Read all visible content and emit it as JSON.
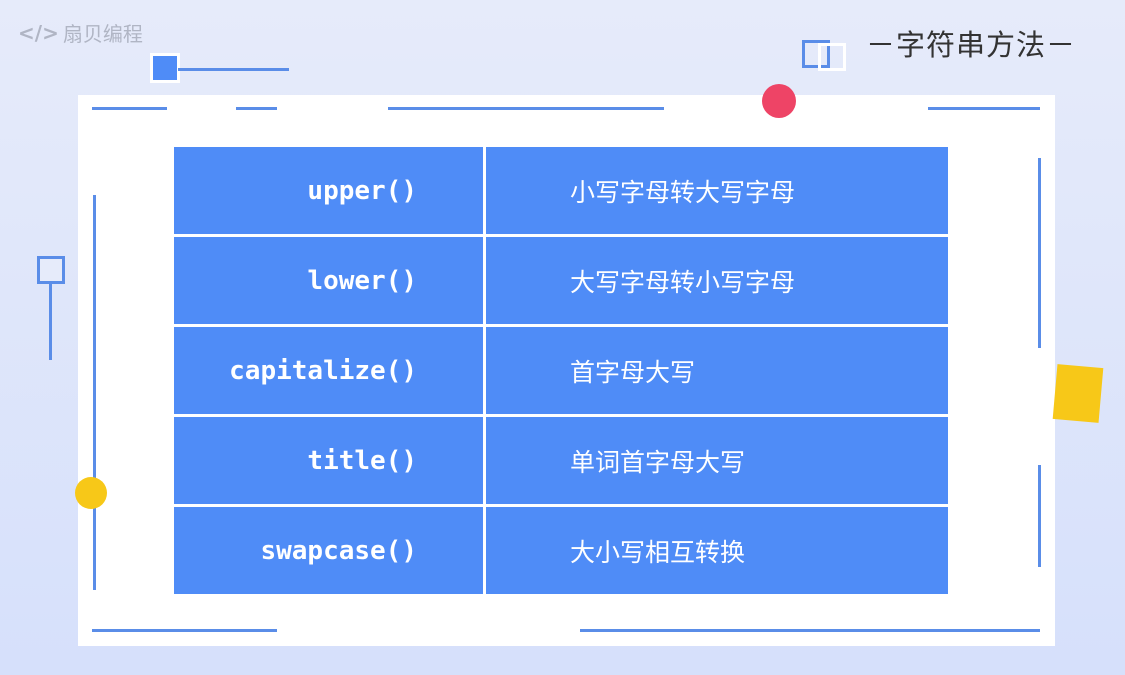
{
  "brand": "扇贝编程",
  "title": "－字符串方法－",
  "rows": [
    {
      "method": "upper()",
      "desc": "小写字母转大写字母"
    },
    {
      "method": "lower()",
      "desc": "大写字母转小写字母"
    },
    {
      "method": "capitalize()",
      "desc": "首字母大写"
    },
    {
      "method": "title()",
      "desc": "单词首字母大写"
    },
    {
      "method": "swapcase()",
      "desc": "大小写相互转换"
    }
  ]
}
